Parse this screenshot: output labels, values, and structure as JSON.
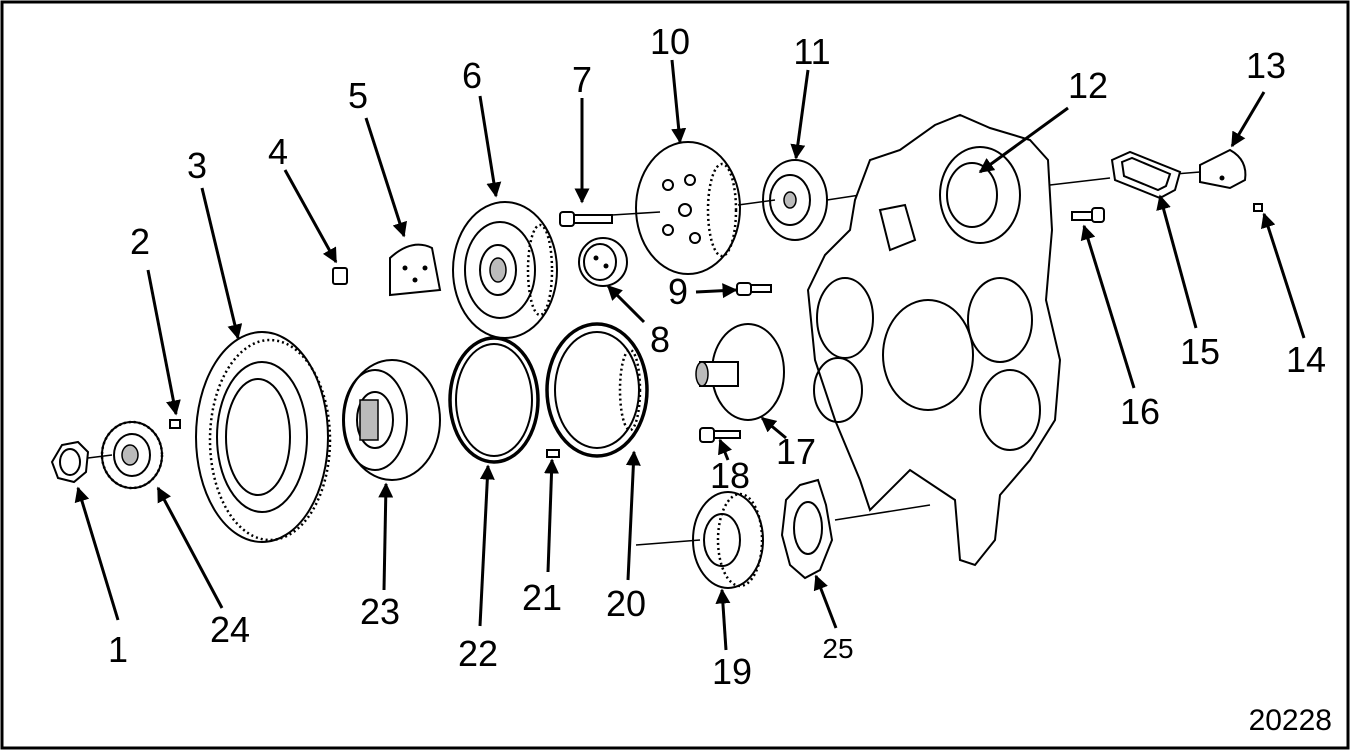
{
  "figure_number": "20228",
  "callouts": {
    "c1": "1",
    "c2": "2",
    "c3": "3",
    "c4": "4",
    "c5": "5",
    "c6": "6",
    "c7": "7",
    "c8": "8",
    "c9": "9",
    "c10": "10",
    "c11": "11",
    "c12": "12",
    "c13": "13",
    "c14": "14",
    "c15": "15",
    "c16": "16",
    "c17": "17",
    "c18": "18",
    "c19": "19",
    "c20": "20",
    "c21": "21",
    "c22": "22",
    "c23": "23",
    "c24": "24",
    "c25": "25"
  }
}
